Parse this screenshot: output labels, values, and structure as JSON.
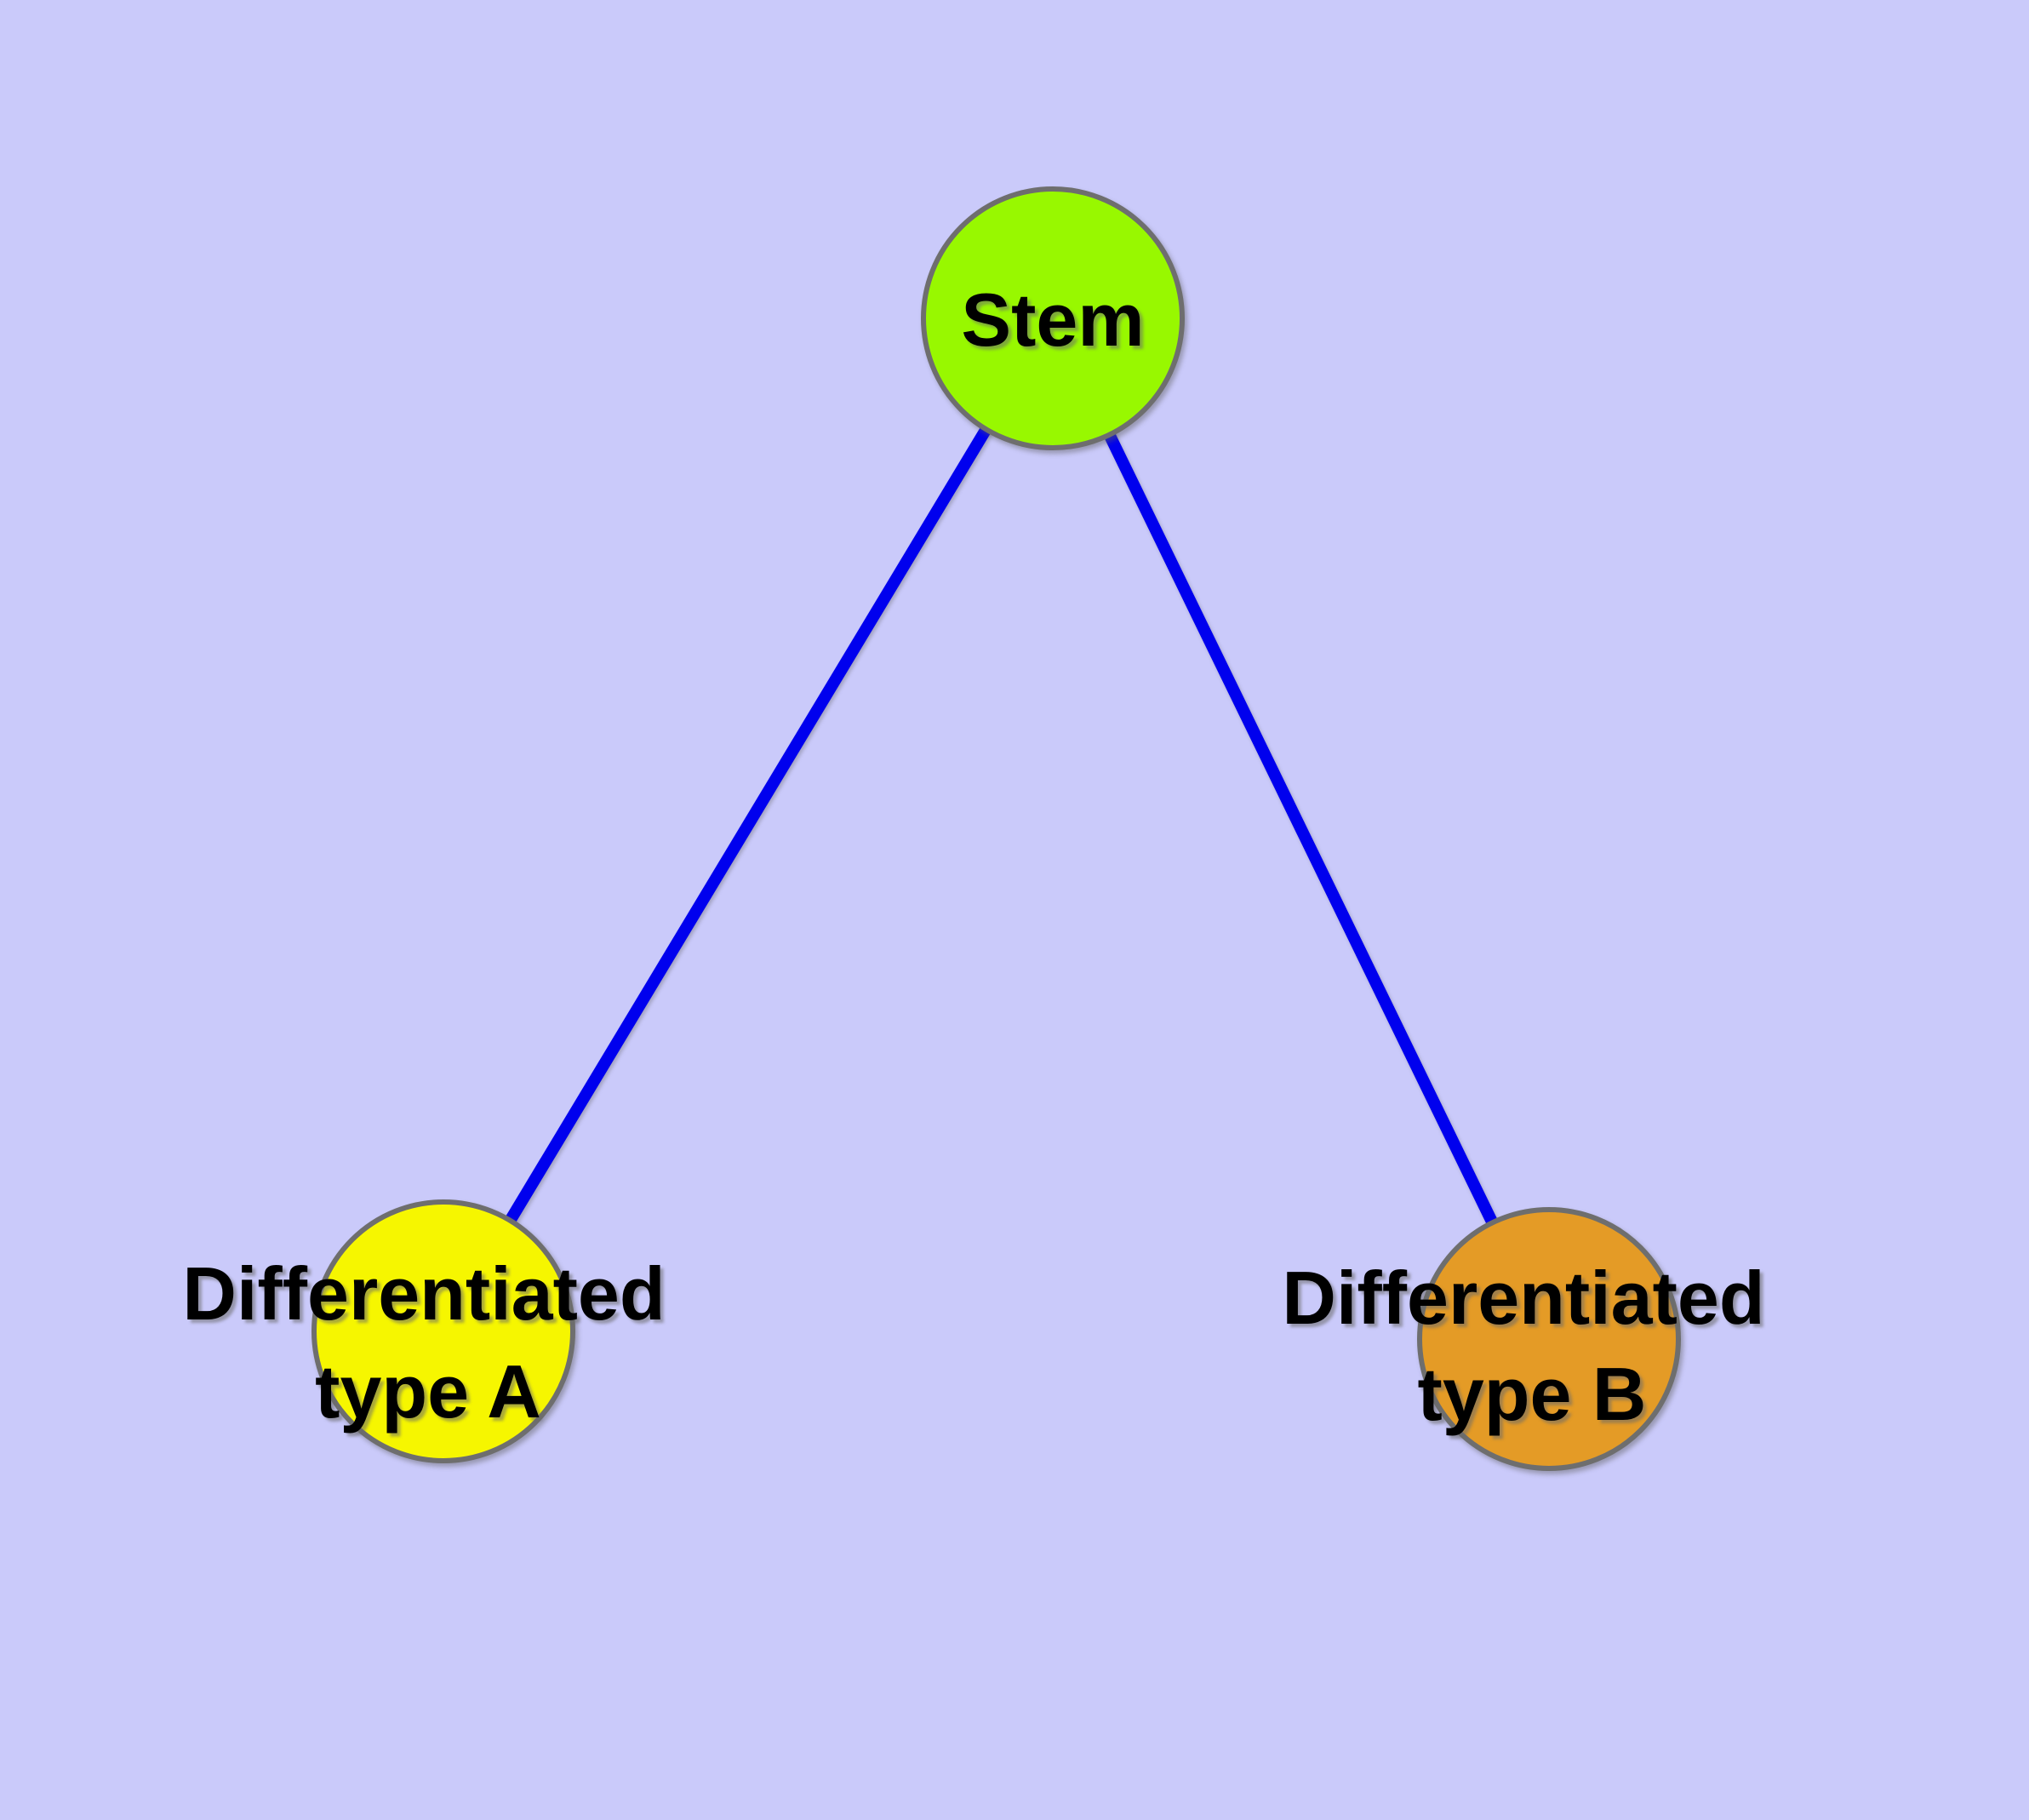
{
  "diagram": {
    "background_color": "#CACAFA",
    "edge_color": "#0000EE",
    "node_border_color": "#6E6E6E",
    "text_color": "#000000",
    "nodes": [
      {
        "id": "stem",
        "label": "Stem",
        "fill_color": "#98F800"
      },
      {
        "id": "differentiated-type-a",
        "label_line1": "Differentiated",
        "label_line2": "type A",
        "fill_color": "#F6F600"
      },
      {
        "id": "differentiated-type-b",
        "label_line1": "Differentiated",
        "label_line2": "type B",
        "fill_color": "#E49B26"
      }
    ],
    "edges": [
      {
        "from": "Stem",
        "to": "Differentiated type A"
      },
      {
        "from": "Stem",
        "to": "Differentiated type B"
      }
    ]
  }
}
